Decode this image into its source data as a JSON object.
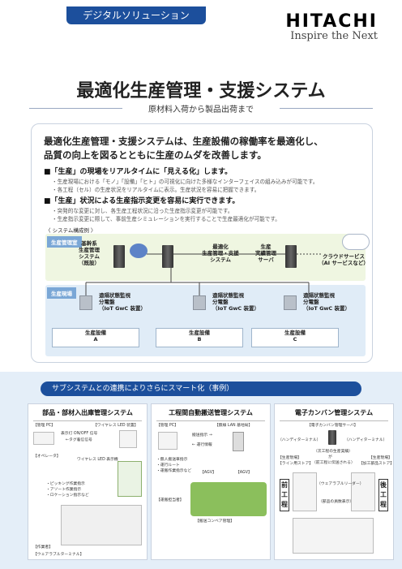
{
  "header": {
    "tag": "デジタルソリューション",
    "logo": "HITACHI",
    "tagline": "Inspire the Next"
  },
  "title": "最適化生産管理・支援システム",
  "subtitle": "原材料入荷から製品出荷まで",
  "lead": {
    "line1": "最適化生産管理・支援システムは、生産設備の稼働率を最適化し、",
    "line2": "品質の向上を図るとともに生産のムダを改善します。"
  },
  "points": [
    {
      "heading": "■「生産」の現場をリアルタイムに「見える化」します。",
      "bullets": [
        "・生産現場における「モノ」「設備」「ヒト」の可視化に向けた多様なインターフェイスの組み込みが可能です。",
        "・各工程（セル）の生産状況をリアルタイムに表示。生産状況を容易に把握できます。"
      ]
    },
    {
      "heading": "■「生産」状況による生産指示変更を容易に実行できます。",
      "bullets": [
        "・突発的な変更に対し、各生産工程状況に沿った生産指示変更が可能です。",
        "・生産指示変更に際して、事前生産シミュレーションを実行することで生産最適化が可能です。"
      ]
    }
  ],
  "diagram": {
    "label": "〈 システム構成例 〉",
    "office_tag": "生産管理室",
    "floor_tag": "生産現場",
    "servers": [
      {
        "l1": "基幹系",
        "l2": "生産管理",
        "l3": "システム",
        "l4": "（既設）"
      },
      {
        "l1": "最適化",
        "l2": "生産管理・支援",
        "l3": "システム",
        "l4": ""
      },
      {
        "l1": "生産",
        "l2": "実績管理",
        "l3": "サーバ",
        "l4": ""
      }
    ],
    "cloud": {
      "l1": "クラウドサービス",
      "l2": "（AI サービスなど）"
    },
    "monitors": [
      {
        "l1": "遠隔状態監視",
        "l2": "分電盤",
        "l3": "（IoT GwC 装置）"
      },
      {
        "l1": "遠隔状態監視",
        "l2": "分電盤",
        "l3": "（IoT GwC 装置）"
      },
      {
        "l1": "遠隔状態監視",
        "l2": "分電盤",
        "l3": "（IoT GwC 装置）"
      }
    ],
    "equipment": [
      {
        "l1": "生産設備",
        "l2": "A"
      },
      {
        "l1": "生産設備",
        "l2": "B"
      },
      {
        "l1": "生産設備",
        "l2": "C"
      }
    ]
  },
  "bottom": {
    "heading": "サブシステムとの連携によりさらにスマート化（事例）",
    "panels": [
      {
        "title": "部品・部材入出庫管理システム",
        "labels": [
          "【管理 PC】",
          "【ワイヤレス LED 装置】",
          "表示灯 ON/OFF 信号",
          "←タグ着信信号",
          "【オペレータ】",
          "ワイヤレス LED 表示機",
          "・ピッキング作業指示",
          "・アソート作業指示",
          "・ロケーション指示など",
          "【作業者】",
          "【ウェアラブルターミナル】"
        ]
      },
      {
        "title": "工程間自動搬送管理システム",
        "labels": [
          "【管理 PC】",
          "【無線 LAN 基地局】",
          "搬送指示 →",
          "← 運行情報",
          "・無人搬送車指示",
          "・運行ルート",
          "・運搬作業指示など",
          "【AGV】",
          "【AGV】",
          "【運搬担当者】",
          "【搬送コンベア管理】"
        ]
      },
      {
        "title": "電子カンバン管理システム",
        "labels": [
          "【電子カンバン管理サーバ】",
          "（ハンディターミナル）",
          "（ハンディターミナル）",
          "【生産現場】",
          "【生産現場】",
          "（次工程の生産実績）",
          "が",
          "（前工程に伝送される）",
          "【ライン用ストア】",
          "【加工部品ストア】",
          "前工程",
          "後工程",
          "（ウェアラブルリーダー）",
          "（部品の員数表示）"
        ]
      }
    ]
  }
}
